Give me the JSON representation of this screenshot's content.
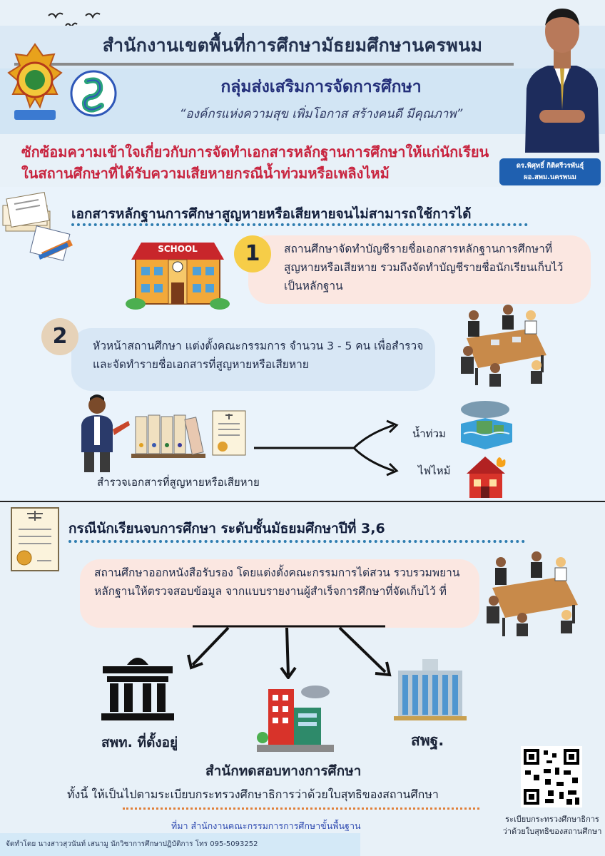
{
  "header": {
    "office_title": "สำนักงานเขตพื้นที่การศึกษามัธยมศึกษานครพนม",
    "group_title": "กลุ่มส่งเสริมการจัดการศึกษา",
    "motto": "“องค์กรแห่งความสุข เพิ่มโอกาส สร้างคนดี มีคุณภาพ”",
    "headline_line1": "ซักซ้อมความเข้าใจเกี่ยวกับการจัดทำเอกสารหลักฐานการศึกษาให้แก่นักเรียน",
    "headline_line2": "ในสถานศึกษาที่ได้รับความเสียหายกรณีน้ำท่วมหรือเพลิงไหม้",
    "director_name": "ดร.พิศุทธิ์ กิติศรีวรพันธุ์",
    "director_title": "ผอ.สพม.นครพนม"
  },
  "section1": {
    "title": "เอกสารหลักฐานการศึกษาสูญหายหรือเสียหายจนไม่สามารถใช้การได้",
    "school_sign": "SCHOOL",
    "step1_number": "1",
    "step1_text": "สถานศึกษาจัดทำบัญชีรายชื่อเอกสารหลักฐานการศึกษาที่สูญหายหรือเสียหาย รวมถึงจัดทำบัญชีรายชื่อนักเรียนเก็บไว้เป็นหลักฐาน",
    "step2_number": "2",
    "step2_text": "หัวหน้าสถานศึกษา แต่งตั้งคณะกรรมการ จำนวน 3 - 5 คน เพื่อสำรวจและจัดทำรายชื่อเอกสารที่สูญหายหรือเสียหาย",
    "survey_label": "สำรวจเอกสารที่สูญหายหรือเสียหาย",
    "flood_label": "น้ำท่วม",
    "fire_label": "ไฟไหม้"
  },
  "section2": {
    "title": "กรณีนักเรียนจบการศึกษา ระดับชั้นมัธยมศึกษาปีที่ 3,6",
    "text": "สถานศึกษาออกหนังสือรับรอง โดยแต่งตั้งคณะกรรมการไต่สวน รวบรวมพยานหลักฐานให้ตรวจสอบข้อมูล จากแบบรายงานผู้สำเร็จการศึกษาที่จัดเก็บไว้ ที่",
    "dest1": "สพท. ที่ตั้งอยู่",
    "dest2": "สำนักทดสอบทางการศึกษา",
    "dest3": "สพฐ.",
    "footer_note": "ทั้งนี้ ให้เป็นไปตามระเบียบกระทรวงศึกษาธิการว่าด้วยใบสุทธิของสถานศึกษา",
    "qr_caption_line1": "ระเบียบกระทรวงศึกษาธิการ",
    "qr_caption_line2": "ว่าด้วยใบสุทธิของสถานศึกษา",
    "source": "ที่มา  สำนักงานคณะกรรมการการศึกษาขั้นพื้นฐาน",
    "credit": "จัดทำโดย นางสาวสุวนันท์ เสนามู นักวิชาการศึกษาปฏิบัติการ โทร 095-5093252"
  },
  "colors": {
    "headline_red": "#c8243f",
    "accent_blue": "#1f60b0",
    "bubble_pink": "#fbe7e1",
    "bubble_blue": "#d8e7f5"
  }
}
